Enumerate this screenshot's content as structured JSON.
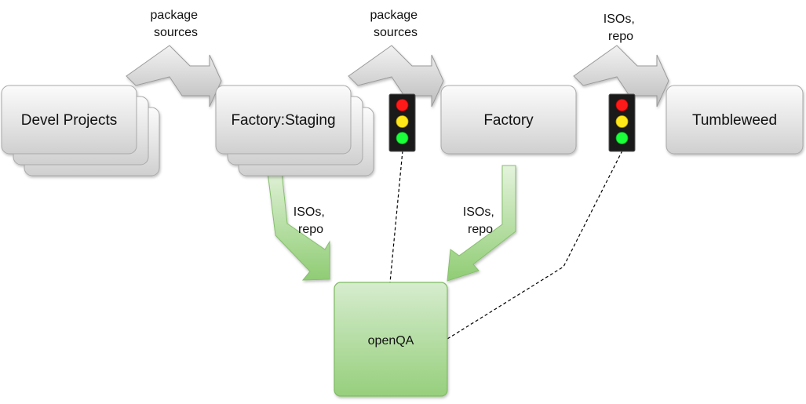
{
  "nodes": {
    "devel": "Devel Projects",
    "staging": "Factory:Staging",
    "factory": "Factory",
    "tumbleweed": "Tumbleweed",
    "openqa": "openQA"
  },
  "edges": {
    "devel_to_staging": [
      "package",
      "sources"
    ],
    "staging_to_factory": [
      "package",
      "sources"
    ],
    "factory_to_tumbleweed": [
      "ISOs,",
      "repo"
    ],
    "staging_to_openqa": [
      "ISOs,",
      "repo"
    ],
    "factory_to_openqa": [
      "ISOs,",
      "repo"
    ]
  },
  "icons": [
    "traffic-light-icon",
    "traffic-light-icon"
  ],
  "colors": {
    "box_gray": "#e6e6e6",
    "box_green": "#9fd48a",
    "light_red": "#ff1a1a",
    "light_yellow": "#ffe81a",
    "light_green": "#1aff3a"
  }
}
